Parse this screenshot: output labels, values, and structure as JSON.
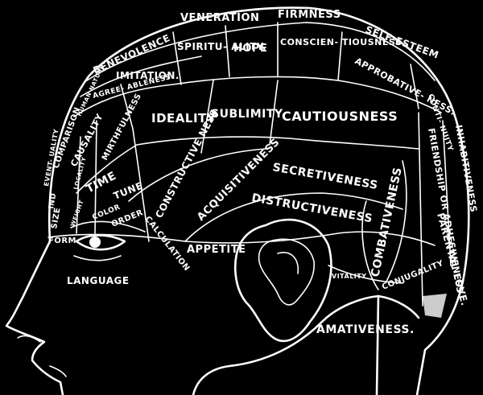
{
  "colors": {
    "background": "#000000",
    "ink": "#ffffff"
  },
  "faculties": {
    "benevolence": "BENEVOLENCE",
    "veneration": "VENERATION",
    "firmness": "FIRMNESS",
    "self_esteem": "SELF-ESTEEM",
    "human_nature": "HUMAN NATURE",
    "imitation": "IMITATION.",
    "spirituality": "SPIRITU- ALITY.",
    "hope": "HOPE",
    "conscientiousness": "CONSCIEN- TIOUSNESS",
    "approbativeness": "APPROBATIVE- NESS.",
    "continuity": "CONTI- NUITY",
    "agreeableness": "AGREE- ABLENESS",
    "comparison": "COMPARISON",
    "causality": "CAUSALITY",
    "mirthfulness": "MIRTHFULNESS",
    "ideality": "IDEALITY",
    "sublimity": "SUBLIMITY",
    "cautiousness": "CAUTIOUSNESS",
    "inhabitiveness": "INHABITIVENESS",
    "friendship": "FRIENDSHIP OR ADHESIVENESS",
    "eventuality": "EVENT- UALITY",
    "individuality": "IND",
    "locality": "LOCALITY",
    "time": "TIME",
    "tune": "TUNE",
    "constructiveness": "CONSTRUCTIVE NESS",
    "acquisitiveness": "ACQUISITIVENESS",
    "secretiveness": "SECRETIVENESS",
    "size": "SIZE",
    "weight": "WEIGHT",
    "color": "COLOR",
    "order": "ORDER",
    "destructiveness": "DISTRUCTIVENESS",
    "combativeness": "COMBATIVENESS",
    "parental_love": "PARENTAL LOVE.",
    "form": "FORM",
    "calculation": "CALCULATION",
    "appetite": "APPETITE",
    "language": "LANGUAGE",
    "vitality": "VITALITY",
    "conjugality": "CONJUGALITY",
    "amativeness": "AMATIVENESS."
  }
}
